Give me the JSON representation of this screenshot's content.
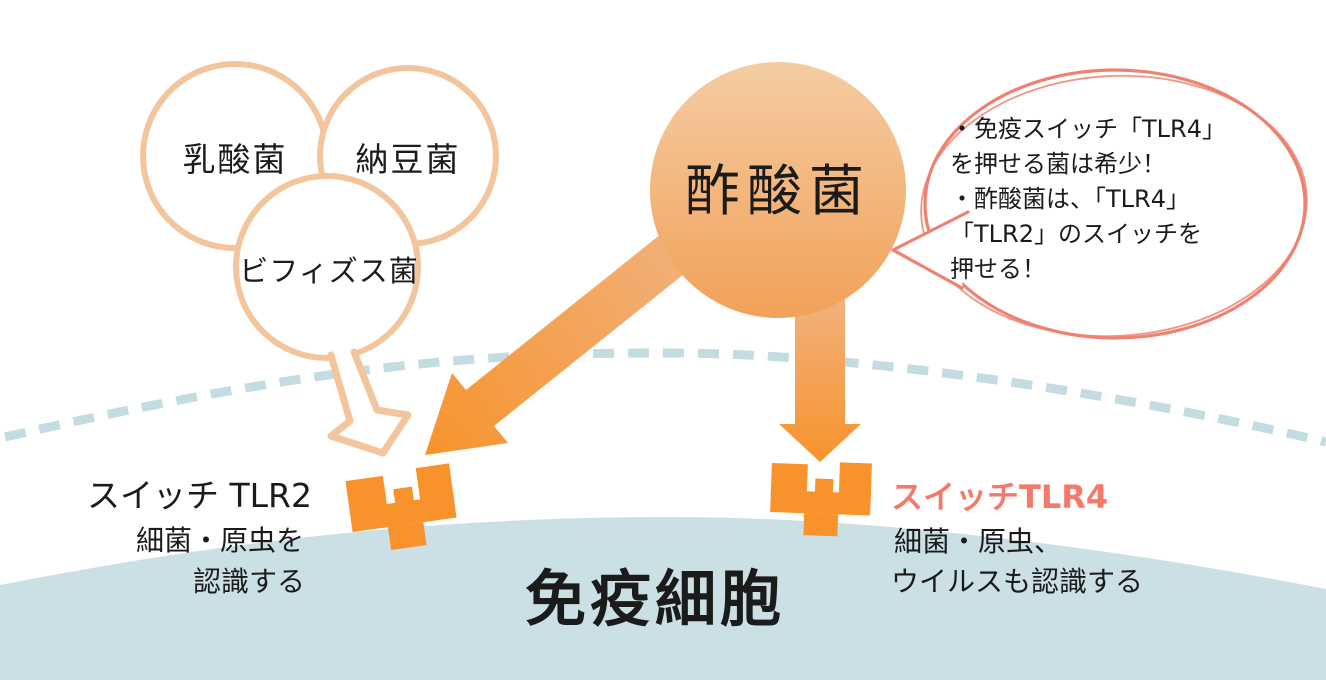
{
  "bacteria_circles": {
    "lactic": "乳酸菌",
    "natto": "納豆菌",
    "bifidus": "ビフィズス菌",
    "acetic": "酢酸菌"
  },
  "speech_bubble": {
    "lines": [
      "・免疫スイッチ「TLR4」",
      "を押せる菌は希少！",
      "・酢酸菌は、「TLR4」",
      "「TLR2」のスイッチを",
      "押せる！"
    ]
  },
  "receptors": {
    "tlr2": {
      "title": "スイッチ TLR2",
      "desc_line1": "細菌・原虫を",
      "desc_line2": "認識する"
    },
    "tlr4": {
      "title": "スイッチTLR4",
      "desc_line1": "細菌・原虫、",
      "desc_line2": "ウイルスも認識する"
    }
  },
  "cell_label": "免疫細胞",
  "colors": {
    "orange": "#F8932C",
    "orange_light": "#F1B17C",
    "peach_outline": "#F3C59C",
    "circle_top": "#F4CCA2",
    "circle_bottom": "#F2A158",
    "coral": "#EF8170",
    "tlr4_text": "#F5796B",
    "cell_blue": "#CBE0E4",
    "dash_blue": "#C3DCE2",
    "text": "#1B1B1B",
    "white": "#FFFFFF"
  }
}
